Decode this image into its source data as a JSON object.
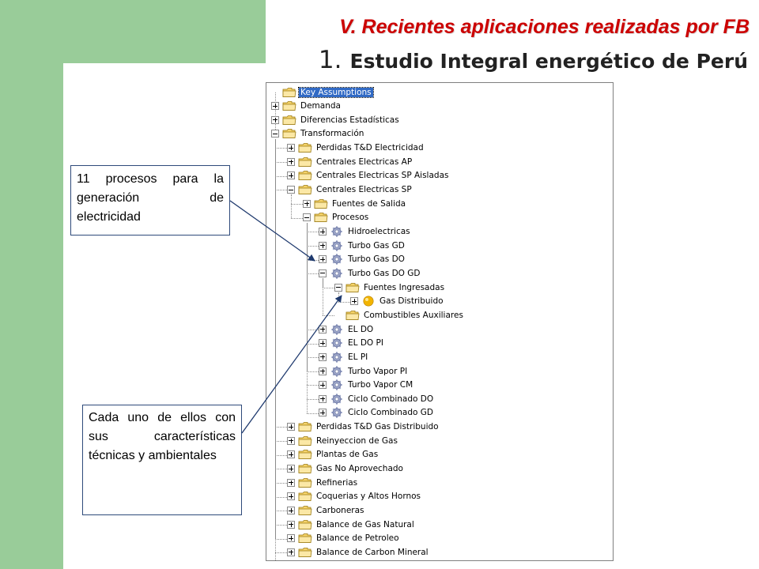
{
  "header": {
    "section_title": "V. Recientes aplicaciones realizadas por FB",
    "title_number": "1.",
    "title_text": "Estudio Integral energético de Perú"
  },
  "callouts": [
    {
      "text": "11 procesos para la generación de electricidad"
    },
    {
      "text": "Cada uno de ellos con sus características técnicas y ambientales"
    }
  ],
  "tree": [
    {
      "label": "Key Assumptions",
      "level": 0,
      "expander": "none",
      "icon": "folder-icon",
      "selected": true
    },
    {
      "label": "Demanda",
      "level": 0,
      "expander": "plus",
      "icon": "folder-icon"
    },
    {
      "label": "Diferencias Estadísticas",
      "level": 0,
      "expander": "plus",
      "icon": "folder-icon"
    },
    {
      "label": "Transformación",
      "level": 0,
      "expander": "minus",
      "icon": "folder-icon"
    },
    {
      "label": "Perdidas T&D Electricidad",
      "level": 1,
      "expander": "plus",
      "icon": "folder-icon"
    },
    {
      "label": "Centrales Electricas AP",
      "level": 1,
      "expander": "plus",
      "icon": "folder-icon"
    },
    {
      "label": "Centrales Electricas SP Aisladas",
      "level": 1,
      "expander": "plus",
      "icon": "folder-icon"
    },
    {
      "label": "Centrales Electricas SP",
      "level": 1,
      "expander": "minus",
      "icon": "folder-icon"
    },
    {
      "label": "Fuentes de Salida",
      "level": 2,
      "expander": "plus",
      "icon": "folder-icon"
    },
    {
      "label": "Procesos",
      "level": 2,
      "expander": "minus",
      "icon": "folder-icon"
    },
    {
      "label": "Hidroelectricas",
      "level": 3,
      "expander": "plus",
      "icon": "gear-icon"
    },
    {
      "label": "Turbo Gas GD",
      "level": 3,
      "expander": "plus",
      "icon": "gear-icon"
    },
    {
      "label": "Turbo Gas DO",
      "level": 3,
      "expander": "plus",
      "icon": "gear-icon"
    },
    {
      "label": "Turbo Gas DO GD",
      "level": 3,
      "expander": "minus",
      "icon": "gear-icon"
    },
    {
      "label": "Fuentes Ingresadas",
      "level": 4,
      "expander": "minus",
      "icon": "folder-icon"
    },
    {
      "label": "Gas Distribuido",
      "level": 5,
      "expander": "plus",
      "icon": "fuel-ball-icon"
    },
    {
      "label": "Combustibles Auxiliares",
      "level": 4,
      "expander": "none",
      "icon": "folder-icon"
    },
    {
      "label": "EL DO",
      "level": 3,
      "expander": "plus",
      "icon": "gear-icon"
    },
    {
      "label": "EL DO PI",
      "level": 3,
      "expander": "plus",
      "icon": "gear-icon"
    },
    {
      "label": "EL PI",
      "level": 3,
      "expander": "plus",
      "icon": "gear-icon"
    },
    {
      "label": "Turbo Vapor PI",
      "level": 3,
      "expander": "plus",
      "icon": "gear-icon"
    },
    {
      "label": "Turbo Vapor CM",
      "level": 3,
      "expander": "plus",
      "icon": "gear-icon"
    },
    {
      "label": "Ciclo Combinado DO",
      "level": 3,
      "expander": "plus",
      "icon": "gear-icon"
    },
    {
      "label": "Ciclo Combinado GD",
      "level": 3,
      "expander": "plus",
      "icon": "gear-icon"
    },
    {
      "label": "Perdidas T&D Gas Distribuido",
      "level": 1,
      "expander": "plus",
      "icon": "folder-icon"
    },
    {
      "label": "Reinyeccion de Gas",
      "level": 1,
      "expander": "plus",
      "icon": "folder-icon"
    },
    {
      "label": "Plantas de Gas",
      "level": 1,
      "expander": "plus",
      "icon": "folder-icon"
    },
    {
      "label": "Gas No Aprovechado",
      "level": 1,
      "expander": "plus",
      "icon": "folder-icon"
    },
    {
      "label": "Refinerias",
      "level": 1,
      "expander": "plus",
      "icon": "folder-icon"
    },
    {
      "label": "Coquerias y Altos Hornos",
      "level": 1,
      "expander": "plus",
      "icon": "folder-icon"
    },
    {
      "label": "Carboneras",
      "level": 1,
      "expander": "plus",
      "icon": "folder-icon"
    },
    {
      "label": "Balance de Gas Natural",
      "level": 1,
      "expander": "plus",
      "icon": "folder-icon"
    },
    {
      "label": "Balance de Petroleo",
      "level": 1,
      "expander": "plus",
      "icon": "folder-icon"
    },
    {
      "label": "Balance de Carbon Mineral",
      "level": 1,
      "expander": "plus",
      "icon": "folder-icon"
    }
  ],
  "colors": {
    "side_bar": "#99cc99",
    "section_title": "#cc0000",
    "selection": "#316ac5",
    "folder": "#f5d36a",
    "gear": "#9aa4c8",
    "fuel_ball": "#f2b400"
  }
}
